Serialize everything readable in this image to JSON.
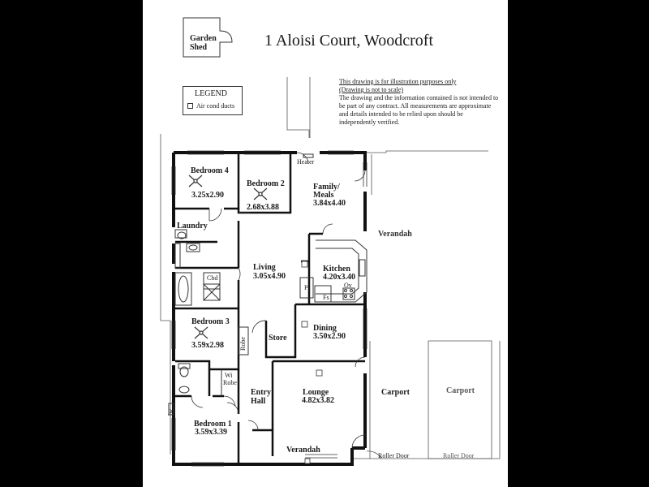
{
  "title": "1 Aloisi Court,  Woodcroft",
  "garden_shed": [
    "Garden",
    "Shed"
  ],
  "legend": {
    "heading": "LEGEND",
    "item": "Air cond ducts"
  },
  "disclaimer": {
    "line1": "This drawing is for illustration purposes only",
    "line2": "(Drawing is not to scale)",
    "body": "The drawing and the information contained is not intended to be part of any contract.  All measurements are approximate and details intended to be relied upon should be independently verified."
  },
  "fixtures": {
    "heater": "Heater",
    "cbd": "Cbd",
    "robe": "Robe",
    "wi": "Wi",
    "robe2": "Robe",
    "p": "P",
    "fs": "Fs",
    "ov": "Ov",
    "lw": "lw"
  },
  "rooms": {
    "bed4": {
      "name": "Bedroom 4",
      "dim": "3.25x2.90"
    },
    "bed2": {
      "name": "Bedroom 2",
      "dim": "2.68x3.88"
    },
    "family": {
      "name1": "Family/",
      "name2": "Meals",
      "dim": "3.84x4.40"
    },
    "laundry": {
      "name": "Laundry"
    },
    "living": {
      "name": "Living",
      "dim": "3.05x4.90"
    },
    "kitchen": {
      "name": "Kitchen",
      "dim": "4.20x3.40"
    },
    "bed3": {
      "name": "Bedroom 3",
      "dim": "3.59x2.98"
    },
    "store": {
      "name": "Store"
    },
    "dining": {
      "name": "Dining",
      "dim": "3.50x2.90"
    },
    "entry": {
      "name1": "Entry",
      "name2": "Hall"
    },
    "lounge": {
      "name": "Lounge",
      "dim": "4.82x3.82"
    },
    "bed1": {
      "name": "Bedroom 1",
      "dim": "3.59x3.39"
    }
  },
  "outdoor": {
    "verandah_side": "Verandah",
    "verandah_front": "Verandah",
    "carport1": "Carport",
    "carport2": "Carport",
    "roller1": "Roller Door",
    "roller2": "Roller Door"
  }
}
